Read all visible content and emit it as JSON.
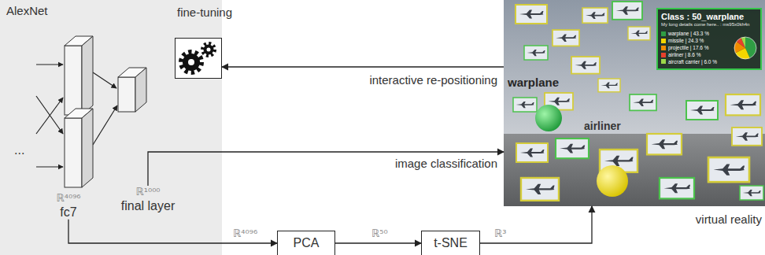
{
  "diagram": {
    "nodes": [
      {
        "text": [
          "AlexNet"
        ]
      },
      {
        "text": [
          "ℝ⁴⁰⁹⁶",
          "fc7"
        ],
        "in": 0
      },
      {
        "text": [
          "ℝ¹⁰⁰⁰",
          "final layer"
        ],
        "in": 0
      },
      {
        "text": [
          "fine-tuning"
        ]
      },
      {
        "text": [
          "virtual reality"
        ]
      },
      {
        "text": [
          "Class : 50_warplane",
          "My long details come here.. : ms95x0kh4n"
        ],
        "in": 4
      },
      {
        "text": [
          "PCA"
        ]
      },
      {
        "text": [
          "t-SNE"
        ]
      }
    ],
    "edges": [
      {
        "from": 4,
        "to": 3,
        "arrow": "to",
        "label": "interactive re-positioning"
      },
      {
        "from": 2,
        "to": 4,
        "arrow": "to",
        "label": "image classification"
      },
      {
        "from": 1,
        "to": 6,
        "arrow": "to",
        "label": "ℝ⁴⁰⁹⁶"
      },
      {
        "from": 6,
        "to": 7,
        "arrow": "to",
        "label": "ℝ⁵⁰"
      },
      {
        "from": 7,
        "to": 4,
        "arrow": "to",
        "label": "ℝ³"
      }
    ],
    "labels": [
      "...",
      "warplane",
      "airliner"
    ],
    "legend": [
      {
        "text": "warplane | 43.3 %",
        "color": "#2f9e44"
      },
      {
        "text": "missile | 24.3 %",
        "color": "#f2d600"
      },
      {
        "text": "projectile | 17.6 %",
        "color": "#f08c00"
      },
      {
        "text": "airliner | 8.6 %",
        "color": "#e8412c"
      },
      {
        "text": "aircraft carrier | 6.0 %",
        "color": "#9bd94a"
      }
    ]
  }
}
